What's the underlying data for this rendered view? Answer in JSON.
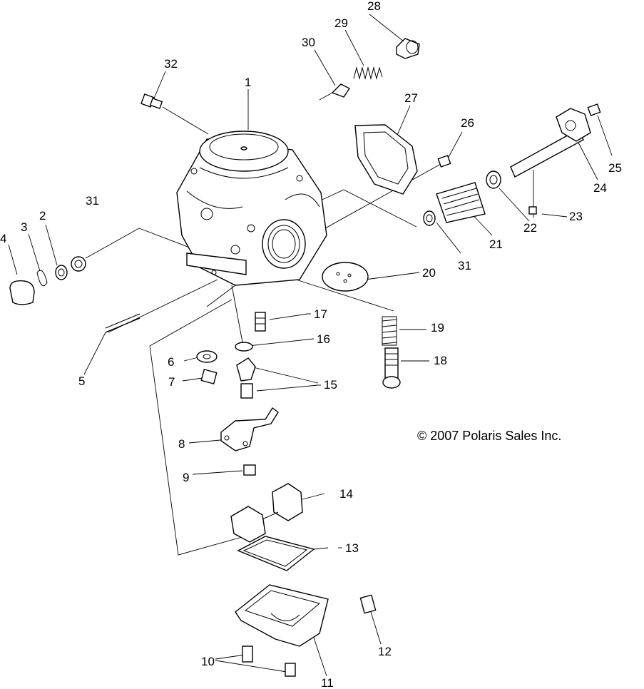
{
  "copyright": "© 2007 Polaris Sales Inc.",
  "callouts": [
    {
      "id": "1",
      "text": "1"
    },
    {
      "id": "2",
      "text": "2"
    },
    {
      "id": "3",
      "text": "3"
    },
    {
      "id": "4",
      "text": "4"
    },
    {
      "id": "5",
      "text": "5"
    },
    {
      "id": "6",
      "text": "6"
    },
    {
      "id": "7",
      "text": "7"
    },
    {
      "id": "8",
      "text": "8"
    },
    {
      "id": "9",
      "text": "9"
    },
    {
      "id": "10",
      "text": "10"
    },
    {
      "id": "11",
      "text": "11"
    },
    {
      "id": "12",
      "text": "12"
    },
    {
      "id": "13",
      "text": "13"
    },
    {
      "id": "14",
      "text": "14"
    },
    {
      "id": "15",
      "text": "15"
    },
    {
      "id": "16",
      "text": "16"
    },
    {
      "id": "17",
      "text": "17"
    },
    {
      "id": "18",
      "text": "18"
    },
    {
      "id": "19",
      "text": "19"
    },
    {
      "id": "20",
      "text": "20"
    },
    {
      "id": "21",
      "text": "21"
    },
    {
      "id": "22",
      "text": "22"
    },
    {
      "id": "23",
      "text": "23"
    },
    {
      "id": "24",
      "text": "24"
    },
    {
      "id": "25",
      "text": "25"
    },
    {
      "id": "26",
      "text": "26"
    },
    {
      "id": "27",
      "text": "27"
    },
    {
      "id": "28",
      "text": "28"
    },
    {
      "id": "29",
      "text": "29"
    },
    {
      "id": "30",
      "text": "30"
    },
    {
      "id": "31a",
      "text": "31"
    },
    {
      "id": "31b",
      "text": "31"
    },
    {
      "id": "32",
      "text": "32"
    }
  ]
}
